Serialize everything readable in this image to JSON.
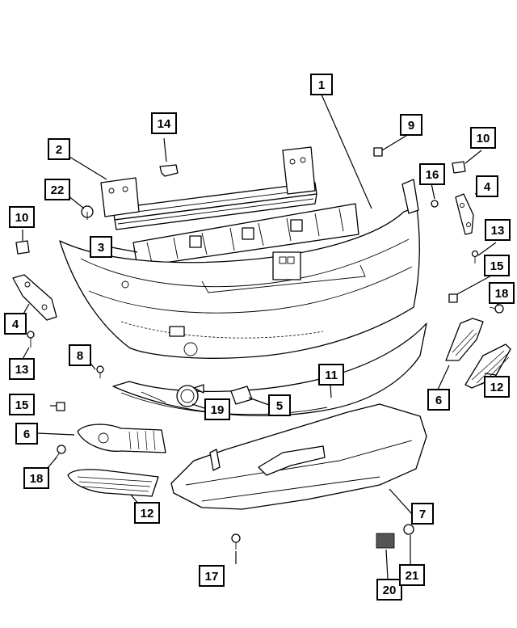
{
  "diagram": {
    "callouts": [
      {
        "label": "1"
      },
      {
        "label": "2"
      },
      {
        "label": "3"
      },
      {
        "label": "4"
      },
      {
        "label": "4"
      },
      {
        "label": "5"
      },
      {
        "label": "6"
      },
      {
        "label": "6"
      },
      {
        "label": "7"
      },
      {
        "label": "8"
      },
      {
        "label": "9"
      },
      {
        "label": "10"
      },
      {
        "label": "10"
      },
      {
        "label": "11"
      },
      {
        "label": "12"
      },
      {
        "label": "12"
      },
      {
        "label": "13"
      },
      {
        "label": "13"
      },
      {
        "label": "14"
      },
      {
        "label": "15"
      },
      {
        "label": "15"
      },
      {
        "label": "16"
      },
      {
        "label": "17"
      },
      {
        "label": "18"
      },
      {
        "label": "18"
      },
      {
        "label": "19"
      },
      {
        "label": "20"
      },
      {
        "label": "21"
      },
      {
        "label": "22"
      }
    ]
  }
}
